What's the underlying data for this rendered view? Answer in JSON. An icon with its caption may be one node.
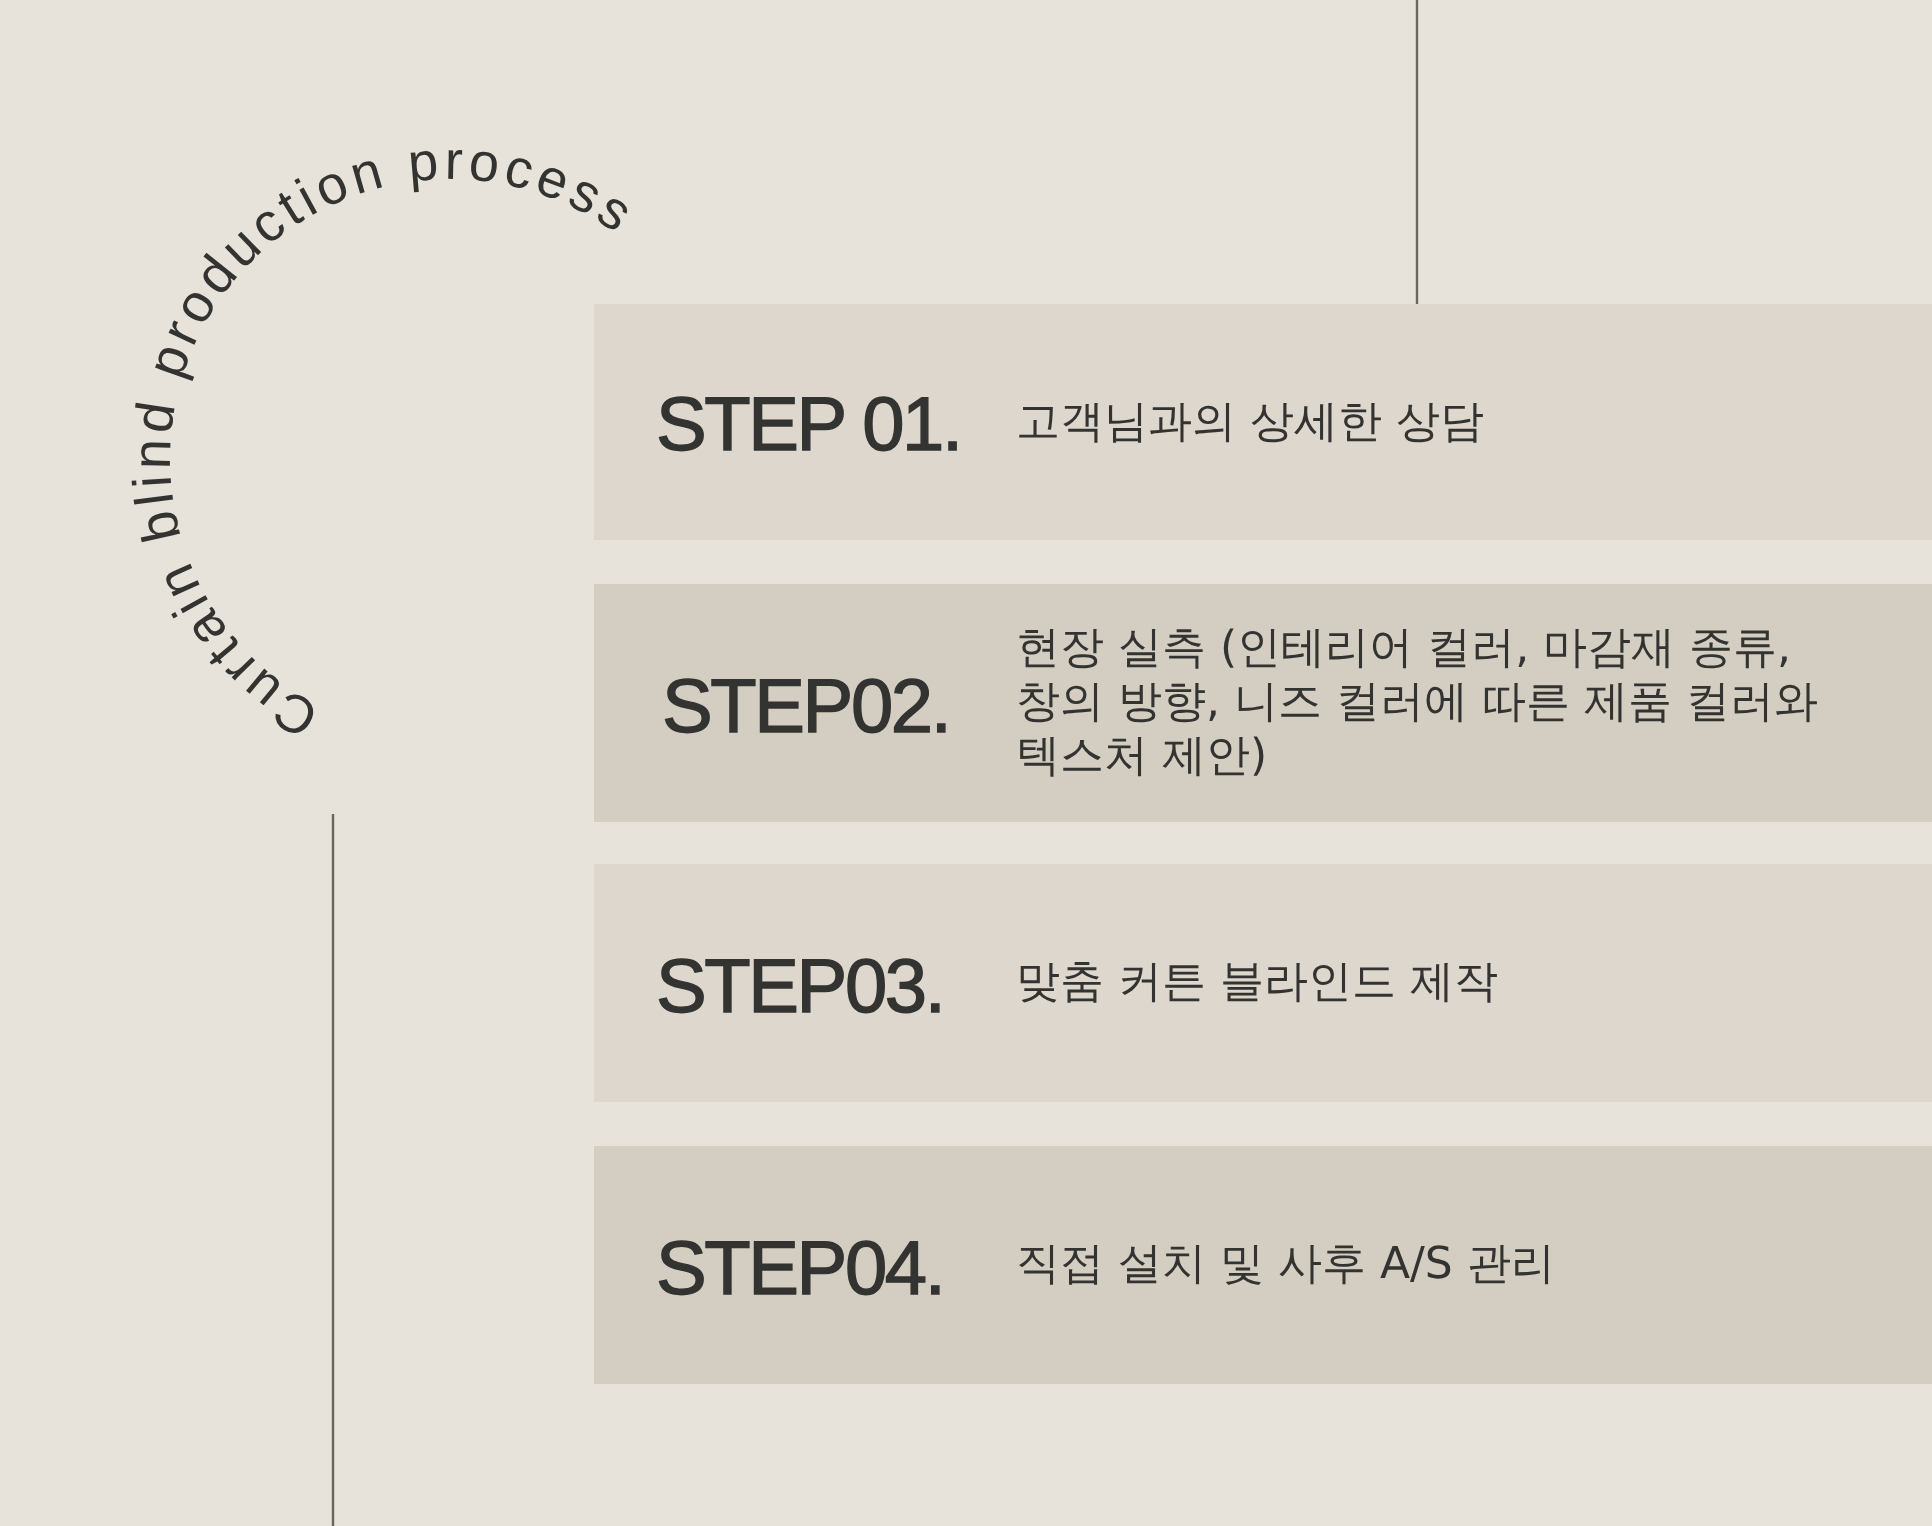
{
  "diagram": {
    "title": "Curtain blind production process",
    "nodes": [
      {
        "text": [
          "STEP 01.",
          "고객님과의 상세한 상담"
        ]
      },
      {
        "text": [
          "STEP02.",
          "현장 실측 (인테리어 컬러, 마감재 종류, 창의 방향, 니즈 컬러에 따른 제품 컬러와 텍스처 제안)"
        ]
      },
      {
        "text": [
          "STEP03.",
          "맞춤 커튼 블라인드 제작"
        ]
      },
      {
        "text": [
          "STEP04.",
          "직접 설치 및 사후 A/S 관리"
        ]
      }
    ]
  }
}
